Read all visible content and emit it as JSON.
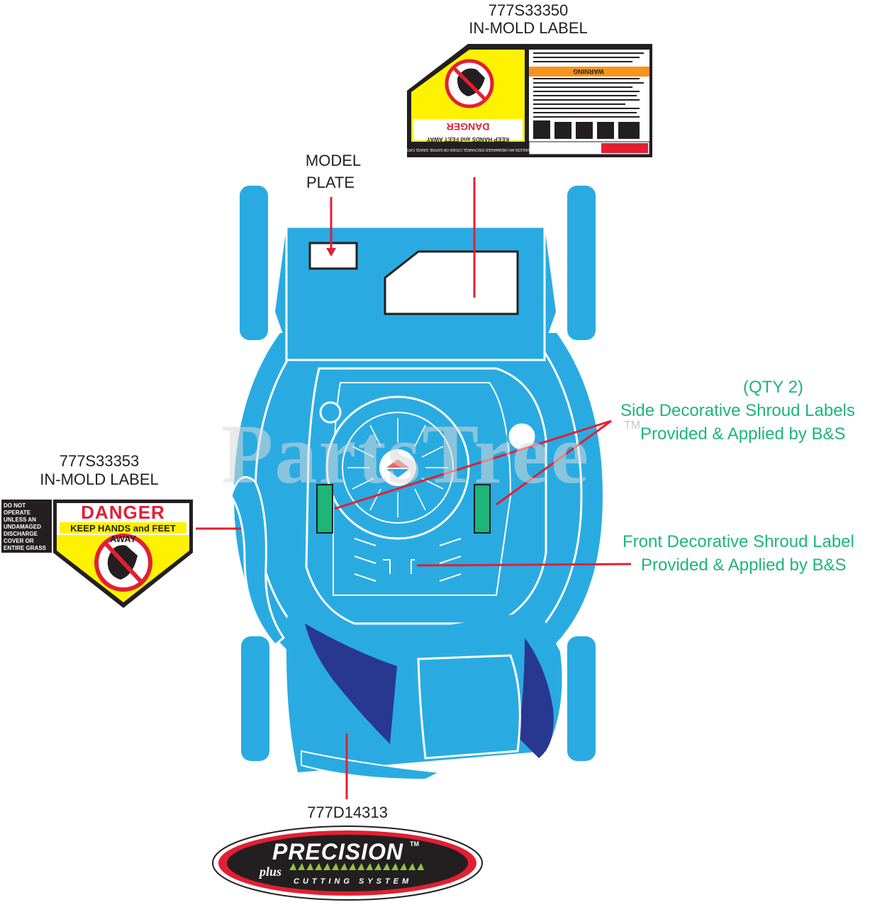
{
  "labels": {
    "top_label_part": "777S33350",
    "top_label_type": "IN-MOLD LABEL",
    "model_plate_line1": "MODEL",
    "model_plate_line2": "PLATE",
    "left_label_part": "777S33353",
    "left_label_type": "IN-MOLD LABEL",
    "bottom_part": "777D14313",
    "qty": "(QTY 2)",
    "side_line1": "Side Decorative Shroud Labels",
    "side_line2": "Provided & Applied by B&S",
    "front_line1": "Front Decorative Shroud Label",
    "front_line2": "Provided & Applied by B&S"
  },
  "watermark": {
    "text": "PartsTree",
    "tm": "TM"
  },
  "danger_label": {
    "side_text": "DO NOT OPERATE UNLESS AN UNDAMAGED DISCHARGE COVER OR ENTIRE GRASS CATCHER IS IN PLACE.",
    "title": "DANGER",
    "subtitle": "KEEP HANDS and FEET AWAY"
  },
  "top_danger_label": {
    "title": "DANGER",
    "subtitle": "KEEP HANDS and FEET AWAY",
    "warning": "WARNING",
    "bottom_text": "DO NOT OPERATE UNLESS AN UNDAMAGED DISCHARGE COVER OR ENTIRE GRASS CATCHER IS IN PLACE."
  },
  "logo": {
    "brand": "PRECISION",
    "tm": "TM",
    "plus": "plus",
    "system": "CUTTING SYSTEM"
  },
  "colors": {
    "mower_blue": "#29abe2",
    "mower_dark": "#283891",
    "callout_red": "#e21f33",
    "label_yellow": "#fff200",
    "side_label_green": "#1db57a"
  }
}
